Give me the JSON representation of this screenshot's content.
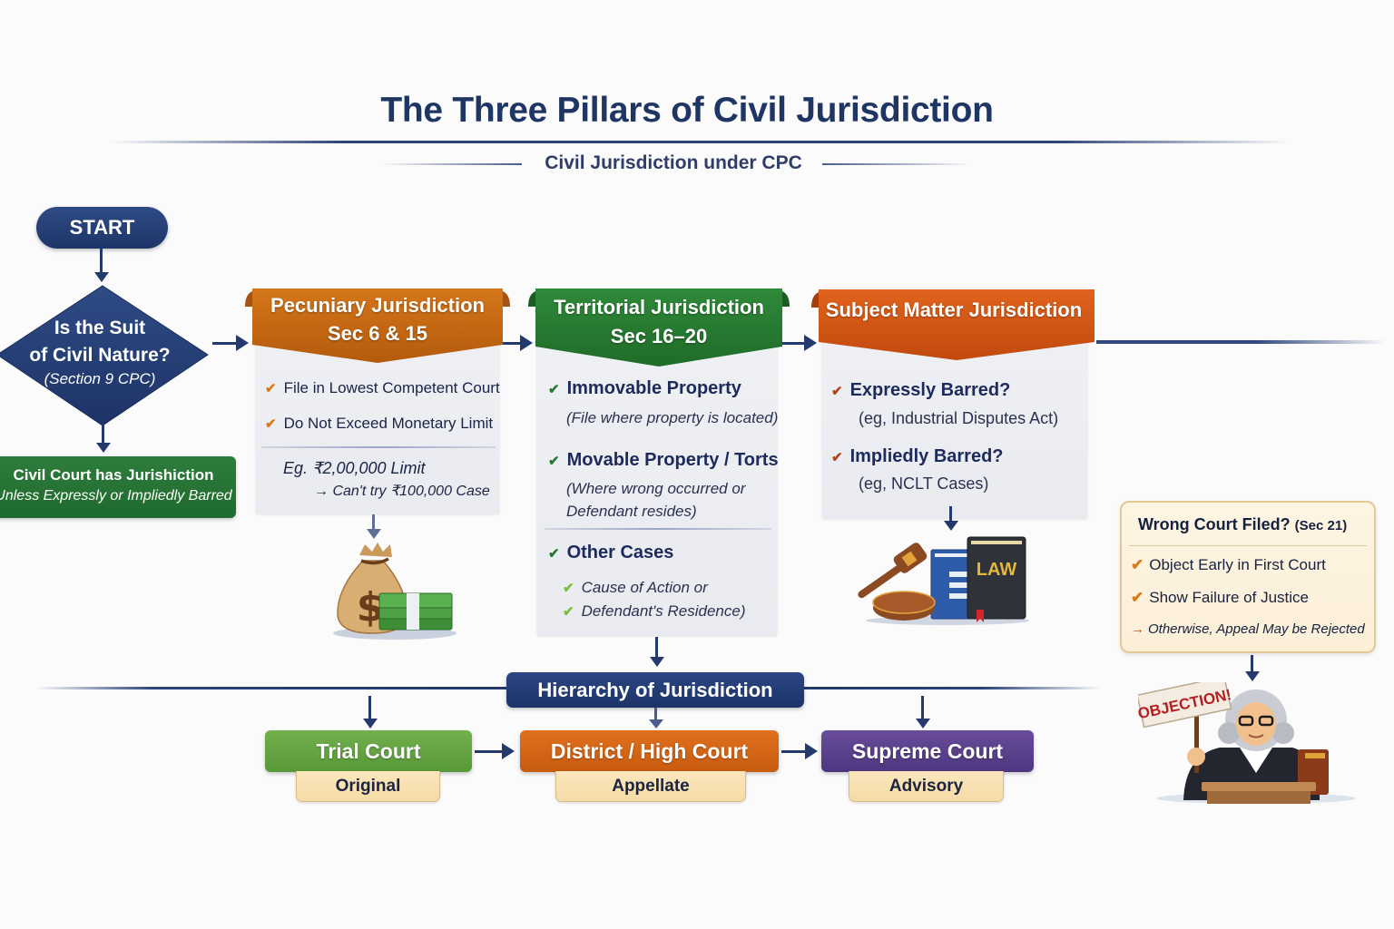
{
  "header": {
    "title": "The Three Pillars of Civil Jurisdiction",
    "subtitle": "Civil  Jurisdiction under CPC"
  },
  "flow": {
    "start_label": "START",
    "decision": {
      "line1": "Is the Suit",
      "line2": "of Civil Nature?",
      "section": "(Section 9 CPC)"
    },
    "civil_court": {
      "title": "Civil Court has Jurishiction",
      "note": "Unless Expressly or Impliedly Barred"
    }
  },
  "pillars": [
    {
      "title": "Pecuniary Jurisdiction",
      "section": "Sec 6 & 15",
      "color": "#c8650f",
      "items": [
        "File in Lowest Competent Court",
        "Do Not Exceed Monetary Limit"
      ],
      "example_line1": "Eg. ₹2,00,000 Limit",
      "example_line2": "→ Can't try ₹100,000 Case",
      "illustration": "money-bag-icon"
    },
    {
      "title": "Territorial Jurisdiction",
      "section": "Sec 16–20",
      "color": "#2a7f33",
      "items": [
        {
          "head": "Immovable Property",
          "note": "(File where property is located)"
        },
        {
          "head": "Movable Property / Torts",
          "note_line1": "(Where wrong occurred or",
          "note_line2": "Defendant resides)"
        },
        {
          "head": "Other Cases",
          "sub1": "Cause of Action or",
          "sub2": "Defendant's Residence)"
        }
      ]
    },
    {
      "title": "Subject Matter Jurisdiction",
      "color": "#d65514",
      "items": [
        {
          "head": "Expressly Barred?",
          "note": "(eg, Industrial Disputes Act)"
        },
        {
          "head": "Impliedly Barred?",
          "note": "(eg, NCLT Cases)"
        }
      ],
      "illustration": "gavel-and-law-books-icon",
      "book_label": "LAW"
    }
  ],
  "wrong_court": {
    "title": "Wrong Court Filed?",
    "section": "(Sec 21)",
    "items": [
      "Object Early in First Court",
      "Show Failure of Justice"
    ],
    "warning": "Otherwise, Appeal May be Rejected",
    "illustration": "judge-objection-icon",
    "sign_text": "OBJECTION!"
  },
  "hierarchy": {
    "title": "Hierarchy of Jurisdiction",
    "courts": [
      {
        "name": "Trial Court",
        "type": "Original",
        "color": "#5da23a"
      },
      {
        "name": "District / High Court",
        "type": "Appellate",
        "color": "#d7650f"
      },
      {
        "name": "Supreme Court",
        "type": "Advisory",
        "color": "#5b3f8c"
      }
    ]
  }
}
